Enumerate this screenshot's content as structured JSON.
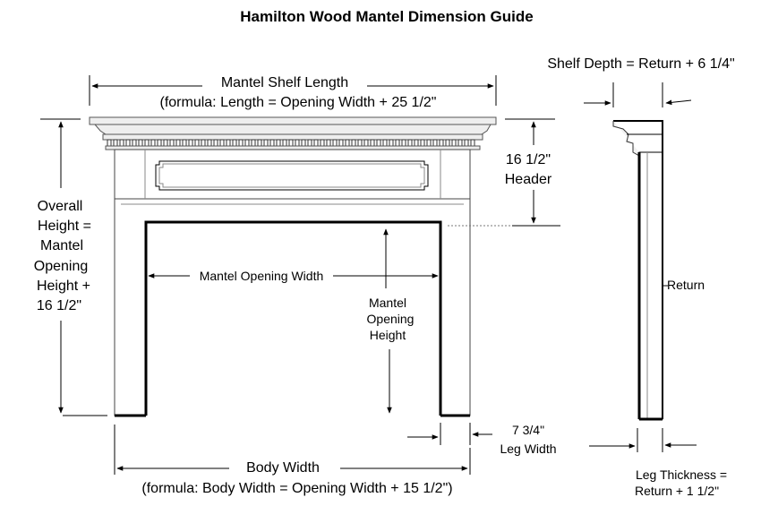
{
  "title": "Hamilton Wood Mantel Dimension Guide",
  "shelf_length": {
    "line1": "Mantel Shelf Length",
    "line2": "(formula: Length = Opening Width + 25 1/2\""
  },
  "shelf_depth": "Shelf Depth = Return + 6 1/4\"",
  "header": {
    "line1": "16 1/2\"",
    "line2": "Header"
  },
  "overall_height": [
    "Overall",
    "Height =",
    "Mantel",
    "Opening",
    "Height +",
    "16 1/2\""
  ],
  "opening_width": "Mantel Opening Width",
  "opening_height": [
    "Mantel",
    "Opening",
    "Height"
  ],
  "return_label": "Return",
  "leg_width": {
    "line1": "7 3/4\"",
    "line2": "Leg Width"
  },
  "body_width": {
    "line1": "Body Width",
    "line2": "(formula: Body Width = Opening Width + 15 1/2\")"
  },
  "leg_thickness": {
    "line1": "Leg Thickness =",
    "line2": "Return + 1 1/2\""
  }
}
